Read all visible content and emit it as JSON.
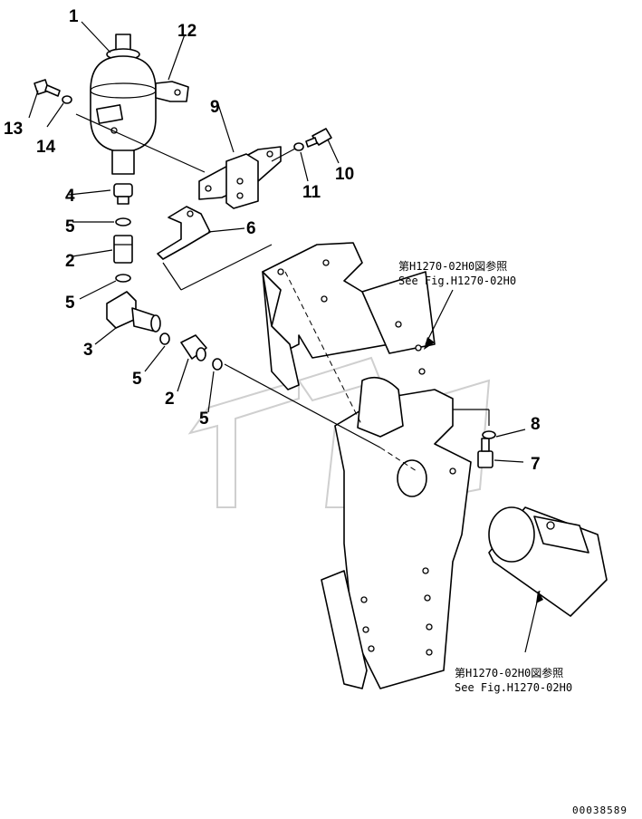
{
  "callouts": [
    {
      "id": "1",
      "label": "1"
    },
    {
      "id": "2a",
      "label": "2"
    },
    {
      "id": "2b",
      "label": "2"
    },
    {
      "id": "3",
      "label": "3"
    },
    {
      "id": "4",
      "label": "4"
    },
    {
      "id": "5a",
      "label": "5"
    },
    {
      "id": "5b",
      "label": "5"
    },
    {
      "id": "5c",
      "label": "5"
    },
    {
      "id": "5d",
      "label": "5"
    },
    {
      "id": "6",
      "label": "6"
    },
    {
      "id": "7",
      "label": "7"
    },
    {
      "id": "8",
      "label": "8"
    },
    {
      "id": "9",
      "label": "9"
    },
    {
      "id": "10",
      "label": "10"
    },
    {
      "id": "11",
      "label": "11"
    },
    {
      "id": "12",
      "label": "12"
    },
    {
      "id": "13",
      "label": "13"
    },
    {
      "id": "14",
      "label": "14"
    }
  ],
  "references": [
    {
      "jp": "第H1270-02H0図参照",
      "en": "See Fig.H1270-02H0"
    },
    {
      "jp": "第H1270-02H0図参照",
      "en": "See Fig.H1270-02H0"
    }
  ],
  "document_number": "00038589"
}
